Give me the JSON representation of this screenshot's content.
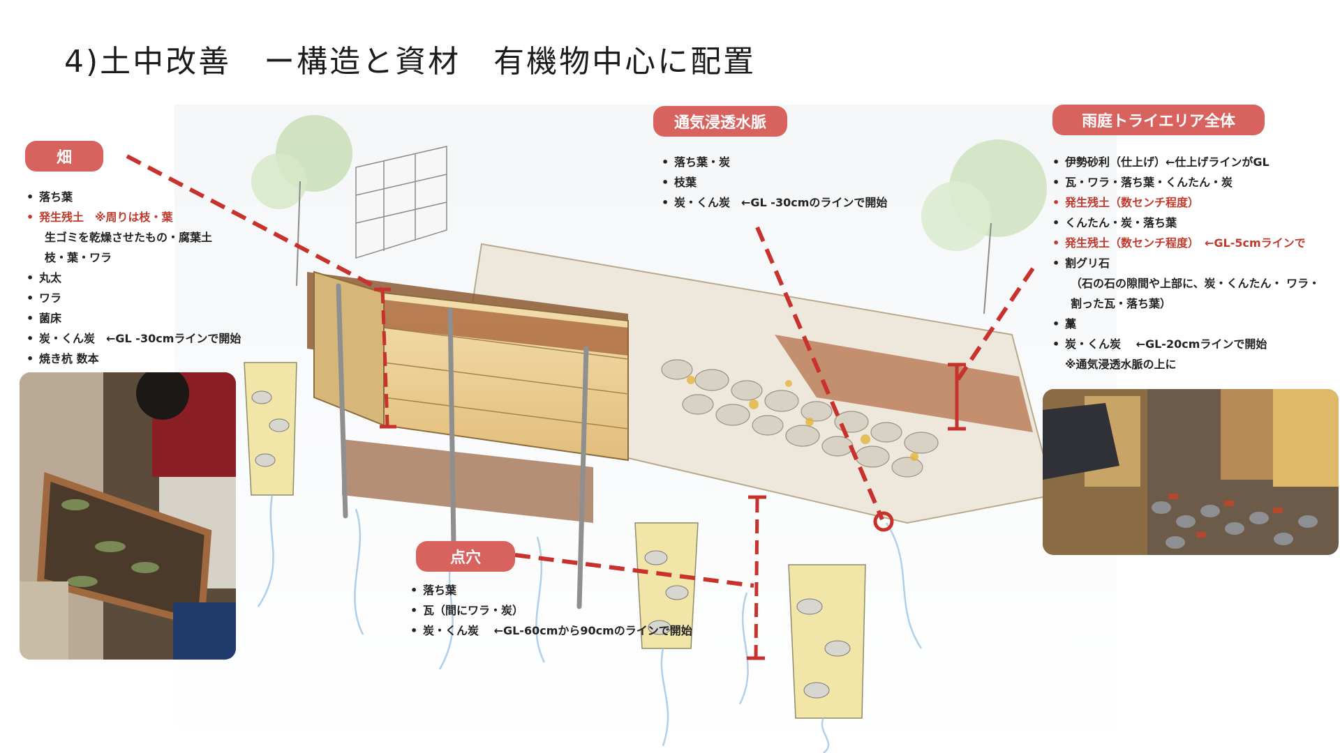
{
  "title": "4)土中改善　ー構造と資材　有機物中心に配置",
  "colors": {
    "accent": "#d8625e",
    "line": "#c8322d",
    "highlight": "#c0392b"
  },
  "sections": {
    "hatake": {
      "label": "畑",
      "items": [
        {
          "text": "落ち葉",
          "style": "bullet"
        },
        {
          "text": "発生残土　※周りは枝・葉",
          "style": "bullet-red"
        },
        {
          "text": "生ゴミを乾燥させたもの・腐葉土",
          "style": "indent"
        },
        {
          "text": "枝・葉・ワラ",
          "style": "indent"
        },
        {
          "text": "丸太",
          "style": "bullet"
        },
        {
          "text": "ワラ",
          "style": "bullet"
        },
        {
          "text": "菌床",
          "style": "bullet"
        },
        {
          "text": "炭・くん炭　←GL -30cmラインで開始",
          "style": "bullet"
        },
        {
          "text": "焼き杭 数本",
          "style": "bullet"
        }
      ]
    },
    "tsuki": {
      "label": "通気浸透水脈",
      "items": [
        {
          "text": "落ち葉・炭",
          "style": "bullet"
        },
        {
          "text": "枝葉",
          "style": "bullet"
        },
        {
          "text": "炭・くん炭　←GL -30cmのラインで開始",
          "style": "bullet"
        }
      ]
    },
    "amaniwa": {
      "label": "雨庭トライエリア全体",
      "items": [
        {
          "text": "伊勢砂利（仕上げ）←仕上げラインがGL",
          "style": "bullet"
        },
        {
          "text": "瓦・ワラ・落ち葉・くんたん・炭",
          "style": "bullet"
        },
        {
          "text": "発生残土（数センチ程度）",
          "style": "bullet-red"
        },
        {
          "text": "くんたん・炭・落ち葉",
          "style": "bullet"
        },
        {
          "text": "発生残土（数センチ程度）　←GL-5cmラインで",
          "style": "bullet-red"
        },
        {
          "text": "割グリ石",
          "style": "bullet"
        },
        {
          "text": "（石の石の隙間や上部に、炭・くんたん・ ワラ・",
          "style": "indent"
        },
        {
          "text": "割った瓦・落ち葉）",
          "style": "indent"
        },
        {
          "text": "藁",
          "style": "bullet"
        },
        {
          "text": "炭・くん炭　 ←GL-20cmラインで開始",
          "style": "bullet"
        },
        {
          "text": "※通気浸透水脈の上に",
          "style": "plain"
        }
      ]
    },
    "tenketsu": {
      "label": "点穴",
      "items": [
        {
          "text": "落ち葉",
          "style": "bullet"
        },
        {
          "text": "瓦（間にワラ・炭）",
          "style": "bullet"
        },
        {
          "text": "炭・くん炭　 ←GL-60cmから90cmのラインで開始",
          "style": "bullet"
        }
      ]
    }
  }
}
